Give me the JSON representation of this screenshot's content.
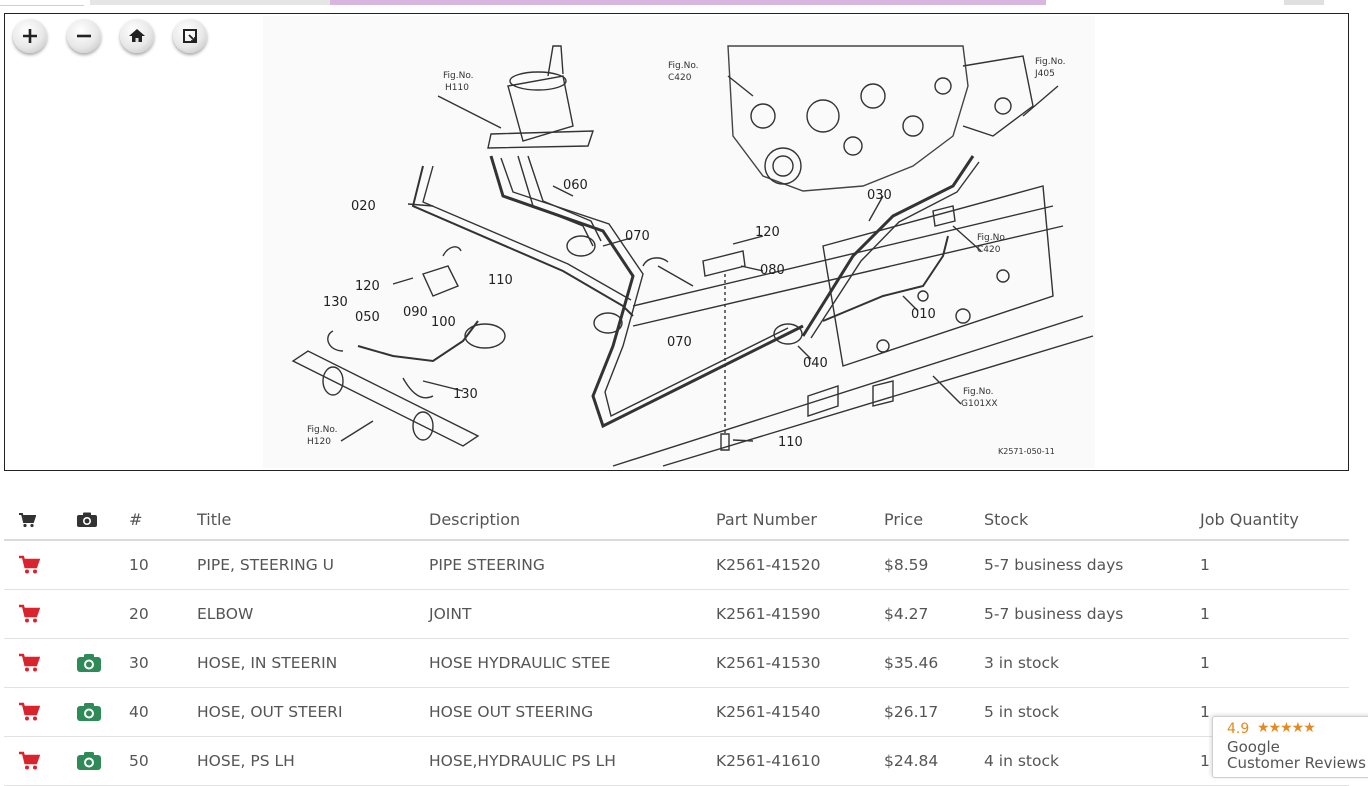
{
  "diagram": {
    "figure_code": "K2571-050-11",
    "fig_refs": [
      {
        "label": "Fig.No.",
        "code": "H110"
      },
      {
        "label": "Fig.No.",
        "code": "C420"
      },
      {
        "label": "Fig.No.",
        "code": "J405"
      },
      {
        "label": "Fig.No.",
        "code": "C420"
      },
      {
        "label": "Fig.No.",
        "code": "G101XX"
      },
      {
        "label": "Fig.No.",
        "code": "H120"
      }
    ],
    "callouts": [
      "060",
      "020",
      "070",
      "120",
      "080",
      "030",
      "120",
      "110",
      "130",
      "090",
      "050",
      "100",
      "070",
      "010",
      "040",
      "130",
      "110"
    ]
  },
  "table": {
    "headers": {
      "cart": "cart-icon",
      "photo": "camera-icon",
      "num": "#",
      "title": "Title",
      "description": "Description",
      "part_number": "Part Number",
      "price": "Price",
      "stock": "Stock",
      "qty": "Job Quantity"
    },
    "rows": [
      {
        "num": "10",
        "title": "PIPE, STEERING U",
        "description": "PIPE STEERING",
        "part_number": "K2561-41520",
        "price": "$8.59",
        "stock": "5-7 business days",
        "qty": "1",
        "has_photo": false
      },
      {
        "num": "20",
        "title": "ELBOW",
        "description": "JOINT",
        "part_number": "K2561-41590",
        "price": "$4.27",
        "stock": "5-7 business days",
        "qty": "1",
        "has_photo": false
      },
      {
        "num": "30",
        "title": "HOSE, IN STEERIN",
        "description": "HOSE HYDRAULIC STEE",
        "part_number": "K2561-41530",
        "price": "$35.46",
        "stock": "3 in stock",
        "qty": "1",
        "has_photo": true
      },
      {
        "num": "40",
        "title": "HOSE, OUT STEERI",
        "description": "HOSE OUT STEERING",
        "part_number": "K2561-41540",
        "price": "$26.17",
        "stock": "5 in stock",
        "qty": "1",
        "has_photo": true
      },
      {
        "num": "50",
        "title": "HOSE, PS LH",
        "description": "HOSE,HYDRAULIC PS LH",
        "part_number": "K2561-41610",
        "price": "$24.84",
        "stock": "4 in stock",
        "qty": "1",
        "has_photo": true
      }
    ]
  },
  "review_badge": {
    "rating": "4.9",
    "stars": "★★★★★",
    "brand": "Google",
    "subtitle": "Customer Reviews"
  },
  "colors": {
    "cart": "#d9232d",
    "camera": "#2e8b57",
    "accent_tab": "#d9b6e0"
  },
  "zoom_controls": [
    "zoom-in-icon",
    "zoom-out-icon",
    "home-icon",
    "fullscreen-icon"
  ]
}
